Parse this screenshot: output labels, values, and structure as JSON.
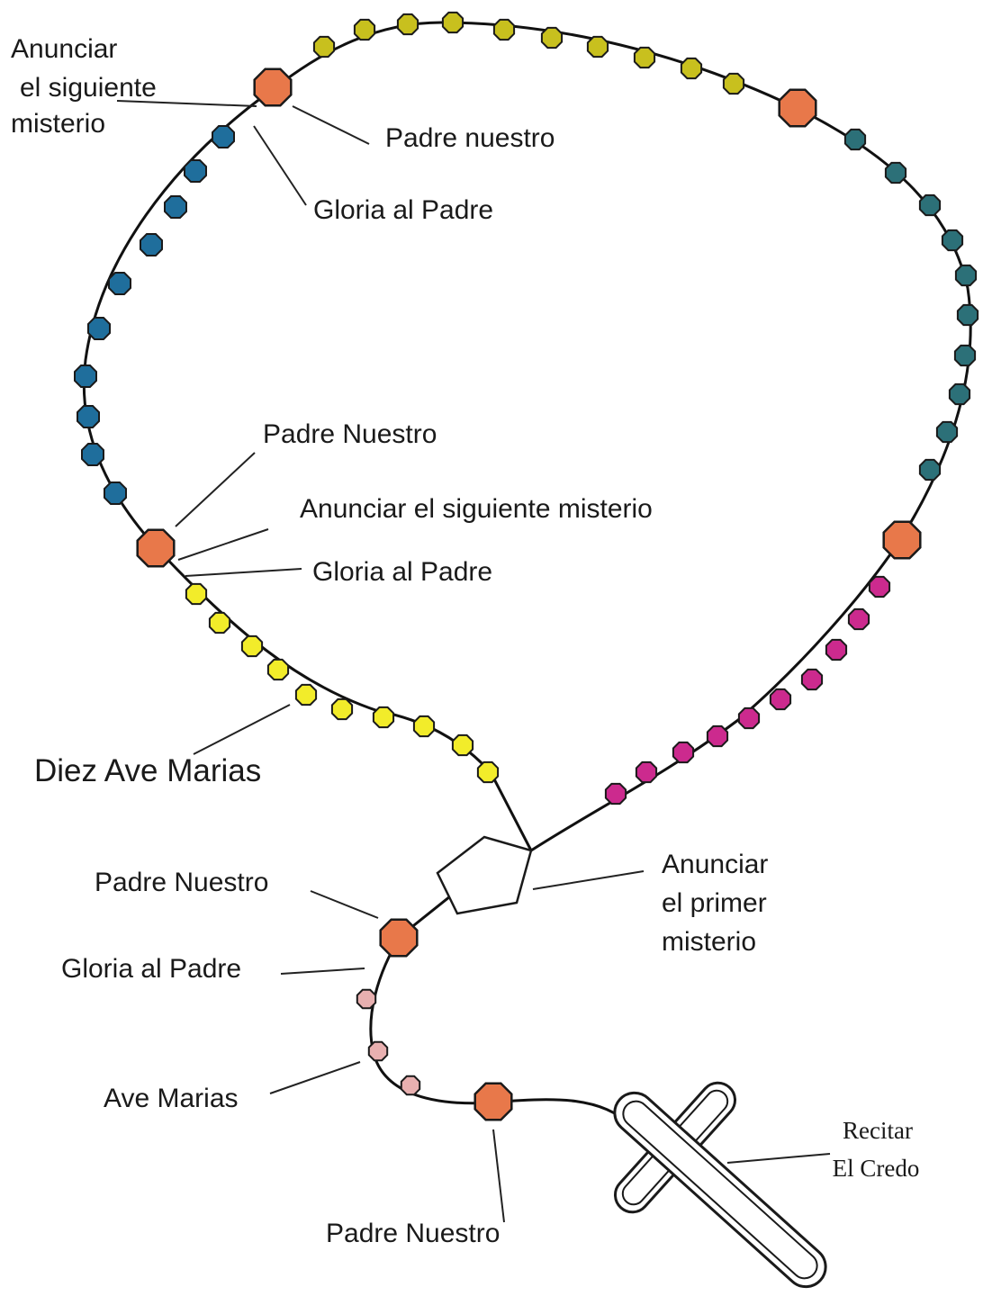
{
  "labels": {
    "top_left_announce": [
      "Anunciar",
      "el siguiente",
      "misterio"
    ],
    "top_padre_nuestro": "Padre nuestro",
    "top_gloria": "Gloria al Padre",
    "mid_padre_nuestro": "Padre Nuestro",
    "mid_announce": "Anunciar el siguiente misterio",
    "mid_gloria": "Gloria al Padre",
    "diez_ave_marias": "Diez Ave Marias",
    "low_padre_nuestro": "Padre Nuestro",
    "low_gloria": "Gloria al Padre",
    "ave_marias": "Ave Marias",
    "bottom_padre_nuestro": "Padre Nuestro",
    "primer_misterio": [
      "Anunciar",
      "el primer",
      "misterio"
    ],
    "recitar_credo": [
      "Recitar",
      "El Credo"
    ]
  },
  "colors": {
    "our_father_bead": "#e8784a",
    "decade_yellow_top": "#c8c01e",
    "decade_blue": "#1f6e9c",
    "decade_teal": "#2c7078",
    "decade_magenta": "#cc2a8e",
    "decade_yellow_bottom": "#f2ec2a",
    "hail_mary_pink": "#e8b0b0",
    "cross_fill": "#ffffff",
    "outline": "#1a1a1a"
  }
}
